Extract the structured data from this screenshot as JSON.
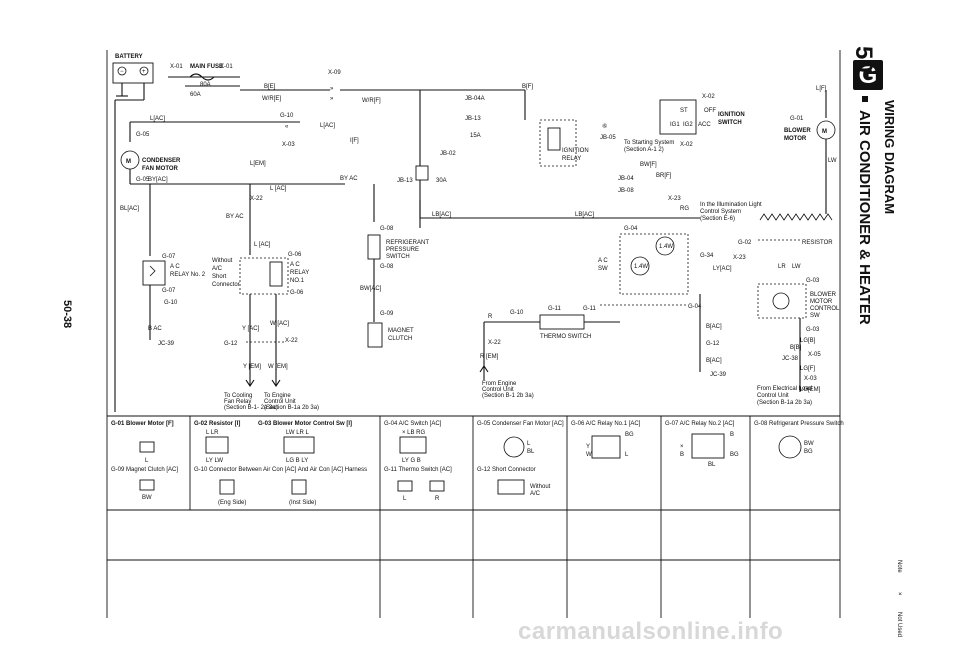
{
  "page": {
    "page_number": "50-38",
    "section_number": "50",
    "section_letter": "G",
    "section_title": "WIRING DIAGRAM",
    "subtitle": "AIR CONDITIONER & HEATER",
    "note_label": "Note",
    "note_symbol": "×",
    "note_text": "Not Used"
  },
  "labels": {
    "battery": "BATTERY",
    "x01": "X-01",
    "main_fuse": "MAIN FUSE",
    "x01b": "X-01",
    "f80a": "80A",
    "f60a": "60A",
    "be": "B[E]",
    "wre": "W/R[E]",
    "x09": "X-09",
    "wrf": "W/R[F]",
    "bf": "B[F]",
    "lac": "L[AC]",
    "g10": "G-10",
    "lac2": "L[AC]",
    "if": "I[F]",
    "x03": "X-03",
    "g05": "G-05",
    "condenser1": "CONDENSER",
    "condenser2": "FAN MOTOR",
    "g05b": "G-05",
    "byac": "BY[AC]",
    "lem": "L[EM]",
    "byac2": "BY AC",
    "blac": "BL[AC]",
    "lac3": "L [AC]",
    "x22": "X-22",
    "byac3": "BY AC",
    "lac4": "L [AC]",
    "g07": "G-07",
    "ac": "A C",
    "relay2": "RELAY No. 2",
    "g07b": "G-07",
    "g10b": "G-10",
    "bac": "B AC",
    "jc39": "JC-39",
    "without": "Without",
    "withoutac": "A/C",
    "short": "Short",
    "connector": "Connector",
    "g06": "G-06",
    "acr": "A C",
    "relay": "RELAY",
    "no1": "NO.1",
    "g06b": "G-06",
    "wac": "W [AC]",
    "yac": "Y [AC]",
    "g12": "G-12",
    "x22b": "X-22",
    "yem": "Y [EM]",
    "wem": "W [EM]",
    "tocooling1": "To Cooling",
    "tocooling2": "Fan Relay",
    "tocooling3": "(Section B-1- 2a 3a)",
    "toengine1": "To Engine",
    "toengine2": "Control Unit",
    "toengine3": "(Section B-1a 2b 3a)",
    "jb04a": "JB-04A",
    "jb13": "JB-13",
    "f15a": "15A",
    "jb02": "JB-02",
    "jb13b": "JB-13",
    "f30a": "30A",
    "g08": "G-08",
    "refrig1": "REFRIGERANT",
    "refrig2": "PRESSURE",
    "refrig3": "SWITCH",
    "g08b": "G-08",
    "bwac": "BW[AC]",
    "g09": "G-09",
    "magnet1": "MAGNET",
    "magnet2": "CLUTCH",
    "jb05": "JB-05",
    "ign_relay1": "IGNITION",
    "ign_relay2": "RELAY",
    "to_starting1": "To Starting System",
    "to_starting2": "(Section A-1 2)",
    "bwf": "BW[F]",
    "jb04b": "JB-04",
    "brf": "BR[F]",
    "jb08": "JB-08",
    "x02": "X-02",
    "st": "ST",
    "off": "OFF",
    "ig1": "IG1",
    "ig2": "IG2",
    "acc": "ACC",
    "ign_sw1": "IGNITION",
    "ign_sw2": "SWITCH",
    "x02b": "X-02",
    "lbac": "LB[AC]",
    "lbac2": "LB[AC]",
    "g04": "G-04",
    "x23": "X-23",
    "rg": "RG",
    "illum1": "In the Illumination Light",
    "illum2": "Control System",
    "illum3": "(Section E-6)",
    "w14a": "1.4W",
    "w14b": "1.4W",
    "acsw1": "A C",
    "acsw2": "SW",
    "g04b": "G-04",
    "r1": "R",
    "g10c": "G-10",
    "g11": "G-11",
    "g11b": "G-11",
    "thermo": "THERMO SWITCH",
    "x22c": "X-22",
    "rem": "R [EM]",
    "fromengine1": "From Engine",
    "fromengine2": "Control Unit",
    "fromengine3": "(Section B-1 2b 3a)",
    "g04c": "G-04",
    "bac2": "B[AC]",
    "g12b": "G-12",
    "bac3": "B[AC]",
    "jc39b": "JC-39",
    "lf": "L[F]",
    "g01": "G-01",
    "blower1": "BLOWER",
    "blower2": "MOTOR",
    "lw": "LW",
    "g02": "G-02",
    "resistor": "RESISTOR",
    "g34": "G-34",
    "x23b": "X-23",
    "lyac": "LY[AC]",
    "lr": "LR",
    "lw2": "LW",
    "g03": "G-03",
    "blowerctl1": "BLOWER",
    "blowerctl2": "MOTOR",
    "blowerctl3": "CONTROL",
    "blowerctl4": "SW",
    "g03b": "G-03",
    "lgb": "LG[B]",
    "bb": "B[B]",
    "x05": "X-05",
    "jc38": "JC-38",
    "lgf": "LG[F]",
    "x03b": "X-03",
    "lgem": "LG[EM]",
    "fromelec1": "From Electrical Load",
    "fromelec2": "Control Unit",
    "fromelec3": "(Section B-1a 2b 3a)"
  },
  "connectors": {
    "c01": "G-01 Blower Motor [F]",
    "c09": "G-09 Magnet Clutch [AC]",
    "c09_pin": "BW",
    "c02": "G-02 Resistor [I]",
    "c02_pins": "L  LR",
    "c02_pins2": "LY  LW",
    "c03": "G-03 Blower Motor Control Sw [I]",
    "c03_pins": "LW  LR  L",
    "c03_pins2": "LG  B  LY",
    "c10": "G-10 Connector Between Air Con [AC] And Air Con [AC] Harness",
    "c10_eng": "(Eng Side)",
    "c10_inst": "(Inst Side)",
    "c04": "G-04 A/C Switch [AC]",
    "c04_pins": "×  LB  RG",
    "c04_pins2": "LY  G  B",
    "c11": "G-11 Thermo Switch [AC]",
    "c05": "G-05 Condenser Fan Motor [AC]",
    "c12": "G-12 Short Connector",
    "c12_note1": "Without",
    "c12_note2": "A/C",
    "c06": "G-06 A/C Relay No.1 [AC]",
    "c07": "G-07 A/C Relay No.2 [AC]",
    "c08": "G-08 Refrigerant Pressure Switch",
    "c08_p1": "BW",
    "c08_p2": "BG"
  },
  "watermark": "carmanualsonline.info"
}
